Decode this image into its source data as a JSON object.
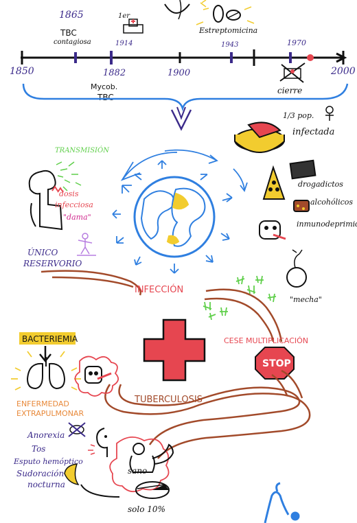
{
  "timeline": {
    "start_label": "1850",
    "end_label": "2000",
    "events": [
      {
        "year": "1865",
        "label_1": "TBC",
        "label_2": "contagiosa"
      },
      {
        "year": "1882",
        "label_1": "Mycob.",
        "label_2": "TBC"
      },
      {
        "year": "1900",
        "label_1": "",
        "label_2": ""
      },
      {
        "year": "1914",
        "label_1": "1er",
        "label_2": ""
      },
      {
        "year": "1943",
        "label_1": "Estreptomicina",
        "label_2": ""
      },
      {
        "year": "1970",
        "label_1": "cierre",
        "label_2": ""
      }
    ]
  },
  "stats": {
    "infected": "1/3 pop.",
    "infected_2": "infectada",
    "only_10": "solo 10%"
  },
  "transmission": {
    "title": "TRANSMISIÓN",
    "dose_1": "dosis",
    "dose_2": "infecciosa",
    "dose_3": "\"dama\"",
    "reservoir_1": "ÚNICO",
    "reservoir_2": "RESERVORIO"
  },
  "risk_factors": {
    "item_1": "drogadictos",
    "item_2": "alcohólicos",
    "item_3": "inmunodeprimidos",
    "mecha": "\"mecha\""
  },
  "process": {
    "infection": "INFECCIÓN",
    "stop_label": "CESE MULTIPLICACIÓN",
    "stop_sign": "STOP",
    "tuberculosis": "TUBERCULOSIS",
    "bacteremia": "BACTERIEMIA",
    "extra_1": "ENFERMEDAD",
    "extra_2": "EXTRAPULMONAR",
    "healthy": "sano"
  },
  "symptoms": {
    "s1": "Anorexia",
    "s2": "Tos",
    "s3": "Esputo hemóptico",
    "s4": "Sudoración",
    "s5": "nocturna"
  },
  "colors": {
    "purple": "#3b2a8a",
    "blue": "#2f7fe0",
    "red": "#e64650",
    "brown": "#a24a2a",
    "green": "#5fcf4a",
    "magenta": "#d02a8e",
    "orange": "#e8893a",
    "yellow": "#f2cc2f"
  }
}
